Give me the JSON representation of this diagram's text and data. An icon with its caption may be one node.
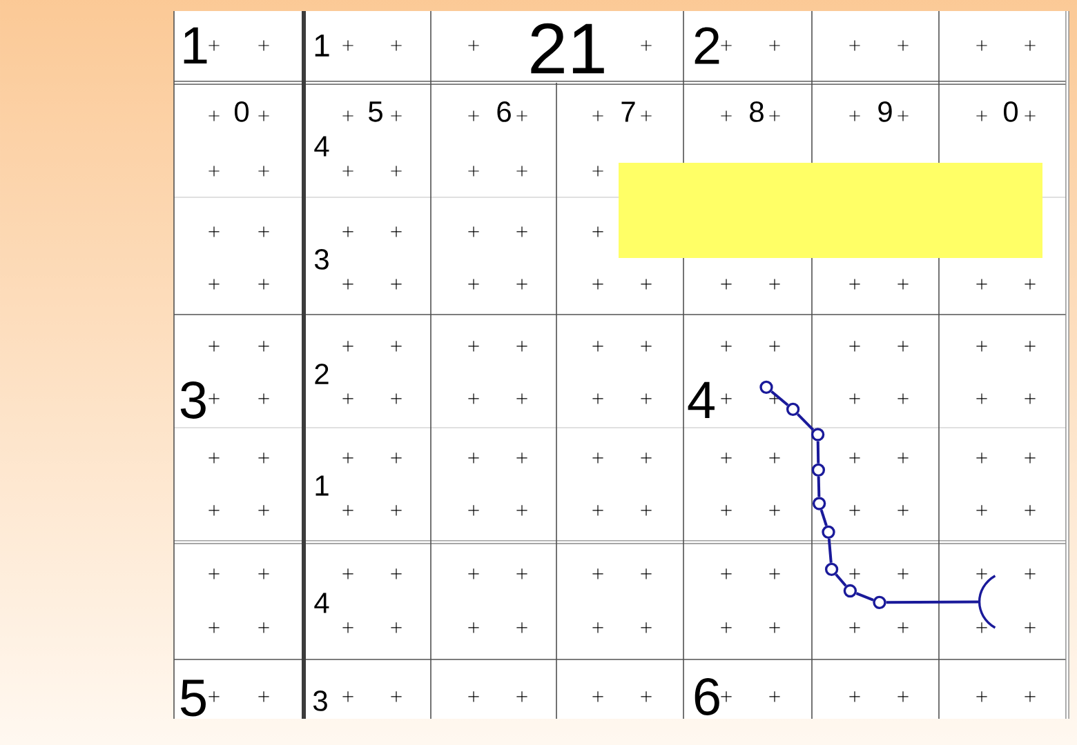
{
  "diagram": {
    "nodes": [
      {
        "text": [],
        "shape": "circle"
      },
      {
        "text": [],
        "shape": "circle"
      },
      {
        "text": [],
        "shape": "circle"
      },
      {
        "text": [],
        "shape": "circle"
      },
      {
        "text": [],
        "shape": "circle"
      },
      {
        "text": [],
        "shape": "circle"
      },
      {
        "text": [],
        "shape": "circle"
      },
      {
        "text": [],
        "shape": "circle"
      },
      {
        "text": [],
        "shape": "circle"
      },
      {
        "text": [],
        "shape": "arc"
      }
    ],
    "edges": [
      {
        "from": 0,
        "to": 1,
        "arrow": "none"
      },
      {
        "from": 1,
        "to": 2,
        "arrow": "none"
      },
      {
        "from": 2,
        "to": 3,
        "arrow": "none"
      },
      {
        "from": 3,
        "to": 4,
        "arrow": "none"
      },
      {
        "from": 4,
        "to": 5,
        "arrow": "none"
      },
      {
        "from": 5,
        "to": 6,
        "arrow": "none"
      },
      {
        "from": 6,
        "to": 7,
        "arrow": "none"
      },
      {
        "from": 7,
        "to": 8,
        "arrow": "none"
      },
      {
        "from": 8,
        "to": 9,
        "arrow": "none"
      }
    ],
    "labels": [
      "1",
      "1",
      "21",
      "2",
      "0",
      "5",
      "6",
      "7",
      "8",
      "9",
      "0",
      "4",
      "3",
      "2",
      "3",
      "4",
      "1",
      "4",
      "5",
      "3",
      "6"
    ]
  }
}
